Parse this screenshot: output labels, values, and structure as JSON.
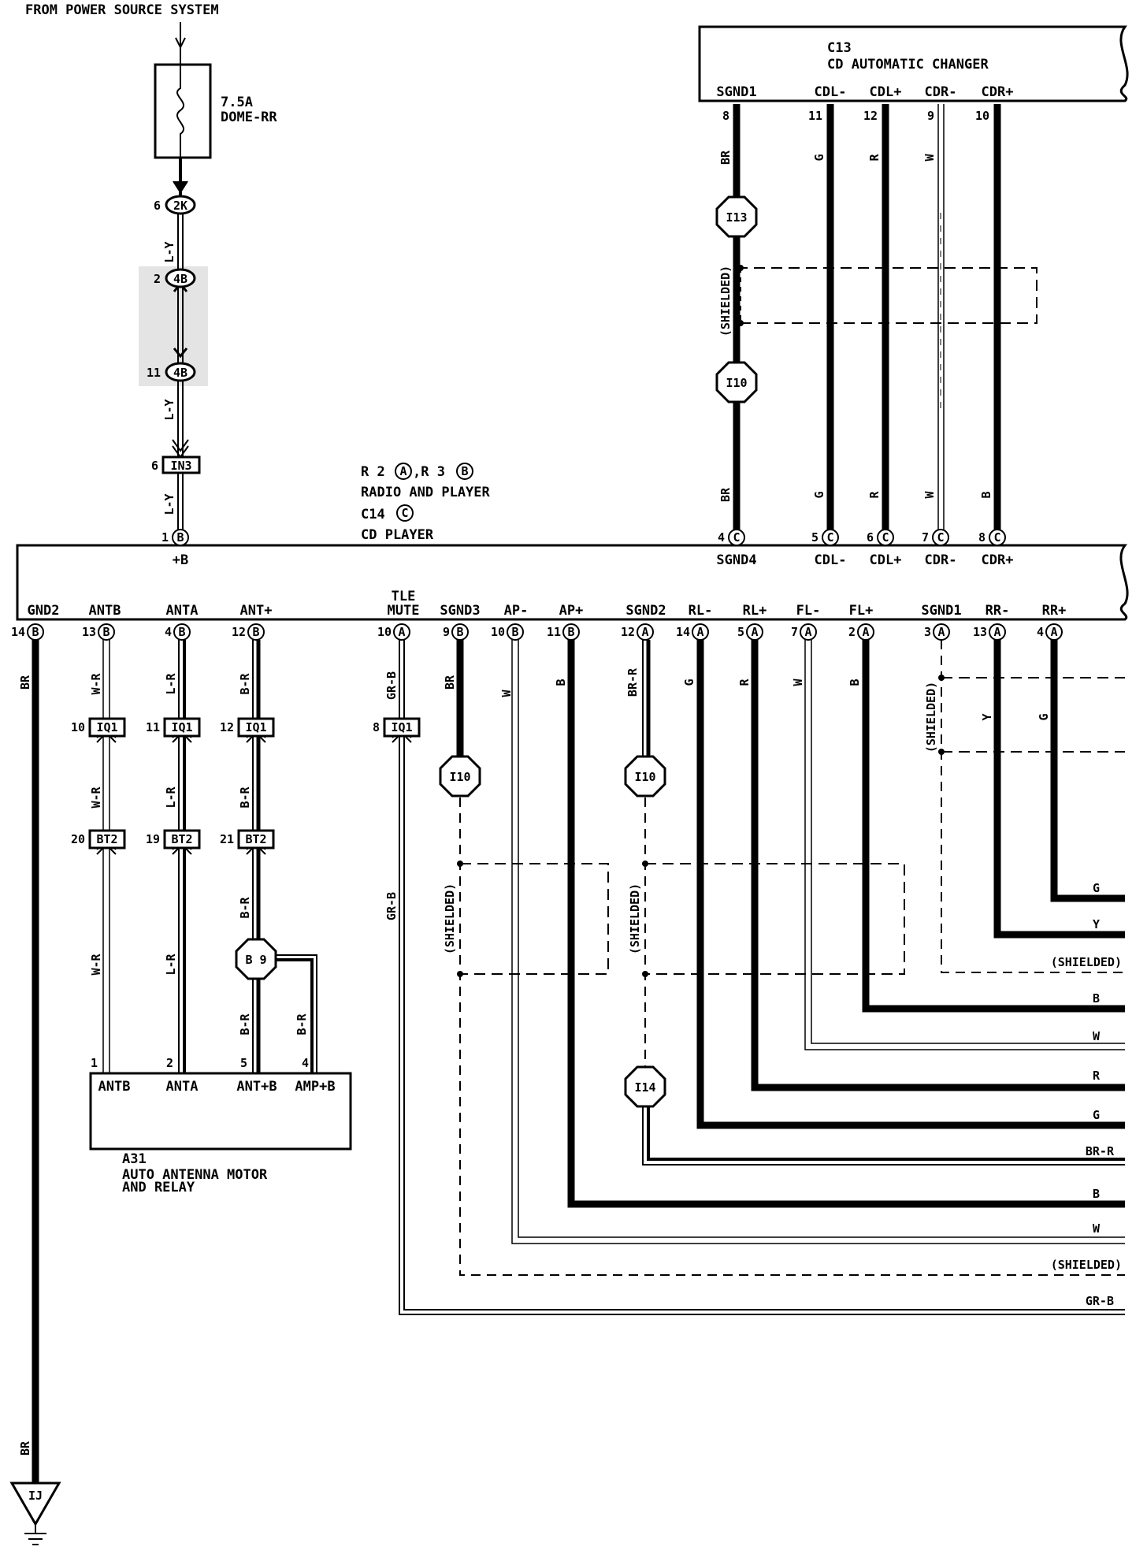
{
  "source": {
    "text": "FROM POWER SOURCE SYSTEM"
  },
  "fuse": {
    "rating": "7.5A",
    "name": "DOME-RR"
  },
  "power_connectors": [
    {
      "pin": "6",
      "conn": "2K"
    },
    {
      "pin": "2",
      "conn": "4B"
    },
    {
      "pin": "11",
      "conn": "4B"
    },
    {
      "pin": "6",
      "conn": "IN3"
    },
    {
      "pin": "1",
      "conn": "B"
    }
  ],
  "power_wire_colors": [
    "L-Y",
    "L-Y",
    "L-Y"
  ],
  "unit_c13": {
    "id": "C13",
    "name": "CD AUTOMATIC CHANGER"
  },
  "c13_pins": [
    {
      "label": "SGND1",
      "pin": "8",
      "color": "BR"
    },
    {
      "label": "CDL-",
      "pin": "11",
      "color": "G"
    },
    {
      "label": "CDL+",
      "pin": "12",
      "color": "R"
    },
    {
      "label": "CDR-",
      "pin": "9",
      "color": "W"
    },
    {
      "label": "CDR+",
      "pin": "10",
      "color": "B"
    }
  ],
  "main_unit": {
    "line1": "R 2",
    "line1_a": "A",
    "line1_sep": ",R 3",
    "line1_b": "B",
    "name1": "RADIO AND PLAYER",
    "line2": "C14",
    "line2_c": "C",
    "name2": "CD PLAYER"
  },
  "top_pins": [
    {
      "label": "+B",
      "pin": "1",
      "conn": "B"
    },
    {
      "label": "SGND4",
      "pin": "4",
      "conn": "C"
    },
    {
      "label": "CDL-",
      "pin": "5",
      "conn": "C"
    },
    {
      "label": "CDL+",
      "pin": "6",
      "conn": "C"
    },
    {
      "label": "CDR-",
      "pin": "7",
      "conn": "C"
    },
    {
      "label": "CDR+",
      "pin": "8",
      "conn": "C"
    }
  ],
  "bottom_pins": [
    {
      "label": "GND2",
      "pin": "14",
      "conn": "B"
    },
    {
      "label": "ANTB",
      "pin": "13",
      "conn": "B"
    },
    {
      "label": "ANTA",
      "pin": "4",
      "conn": "B"
    },
    {
      "label": "ANT+",
      "pin": "12",
      "conn": "B"
    },
    {
      "label": "TLE",
      "label2": "MUTE",
      "pin": "10",
      "conn": "A"
    },
    {
      "label": "SGND3",
      "pin": "9",
      "conn": "B"
    },
    {
      "label": "AP-",
      "pin": "10",
      "conn": "B"
    },
    {
      "label": "AP+",
      "pin": "11",
      "conn": "B"
    },
    {
      "label": "SGND2",
      "pin": "12",
      "conn": "A"
    },
    {
      "label": "RL-",
      "pin": "14",
      "conn": "A"
    },
    {
      "label": "RL+",
      "pin": "5",
      "conn": "A"
    },
    {
      "label": "FL-",
      "pin": "7",
      "conn": "A"
    },
    {
      "label": "FL+",
      "pin": "2",
      "conn": "A"
    },
    {
      "label": "SGND1",
      "pin": "3",
      "conn": "A"
    },
    {
      "label": "RR-",
      "pin": "13",
      "conn": "A"
    },
    {
      "label": "RR+",
      "pin": "4",
      "conn": "A"
    }
  ],
  "splices": {
    "i13": "I13",
    "i10": "I10",
    "i14": "I14",
    "b9": "B 9"
  },
  "shielded": "(SHIELDED)",
  "junctions": [
    {
      "pin": "10",
      "conn": "IQ1"
    },
    {
      "pin": "11",
      "conn": "IQ1"
    },
    {
      "pin": "12",
      "conn": "IQ1"
    },
    {
      "pin": "8",
      "conn": "IQ1"
    },
    {
      "pin": "20",
      "conn": "BT2"
    },
    {
      "pin": "19",
      "conn": "BT2"
    },
    {
      "pin": "21",
      "conn": "BT2"
    }
  ],
  "ant_wire_colors": [
    "W-R",
    "L-R",
    "B-R"
  ],
  "antenna": {
    "id": "A31",
    "name1": "AUTO ANTENNA MOTOR",
    "name2": "AND RELAY",
    "pins": [
      {
        "pin": "1",
        "label": "ANTB"
      },
      {
        "pin": "2",
        "label": "ANTA"
      },
      {
        "pin": "5",
        "label": "ANT+B"
      },
      {
        "pin": "4",
        "label": "AMP+B"
      }
    ]
  },
  "colors": {
    "BR": "BR",
    "G": "G",
    "R": "R",
    "W": "W",
    "B": "B",
    "Y": "Y",
    "GR_B": "GR-B",
    "BR_R": "BR-R"
  },
  "right_labels": [
    "G",
    "Y",
    "(SHIELDED)",
    "B",
    "W",
    "R",
    "G",
    "BR-R",
    "B",
    "W",
    "(SHIELDED)",
    "GR-B"
  ],
  "ground": {
    "id": "IJ"
  }
}
